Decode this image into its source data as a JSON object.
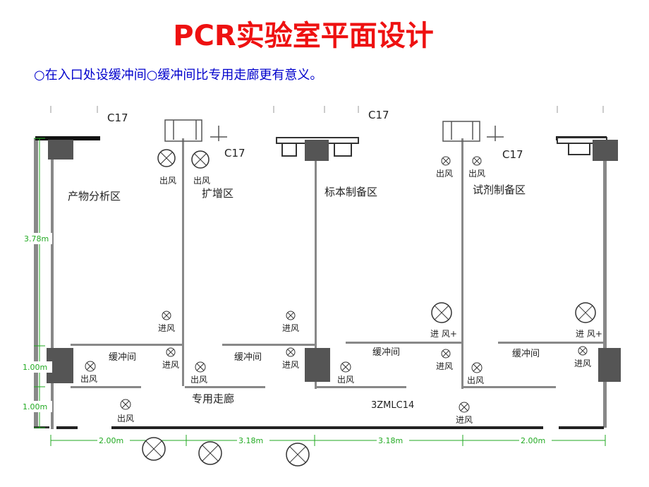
{
  "title": "PCR实验室平面设计",
  "subtitle": "○在入口处设缓冲间○缓冲间比专用走廊更有意义。",
  "rooms": {
    "product_analysis": "产物分析区",
    "amplification": "扩增区",
    "sample_prep": "标本制备区",
    "reagent_prep": "试剂制备区",
    "corridor": "专用走廊"
  },
  "buffer_label": "缓冲间",
  "door_codes": {
    "c17": "C17",
    "window": "3ZMLC14"
  },
  "vent_labels": {
    "outlet": "出风",
    "inlet": "进风",
    "inlet_plus": "进 风+"
  },
  "dimensions": {
    "height_room": "3.78m",
    "height_buffer": "1.00m",
    "height_corridor": "1.00m",
    "width_1": "2.00m",
    "width_2": "3.18m",
    "width_3": "3.18m",
    "width_4": "2.00m"
  },
  "colors": {
    "title": "#ee1111",
    "subtitle": "#0000cc",
    "wall": "#888888",
    "dimension": "#22aa22",
    "door": "#555555"
  }
}
